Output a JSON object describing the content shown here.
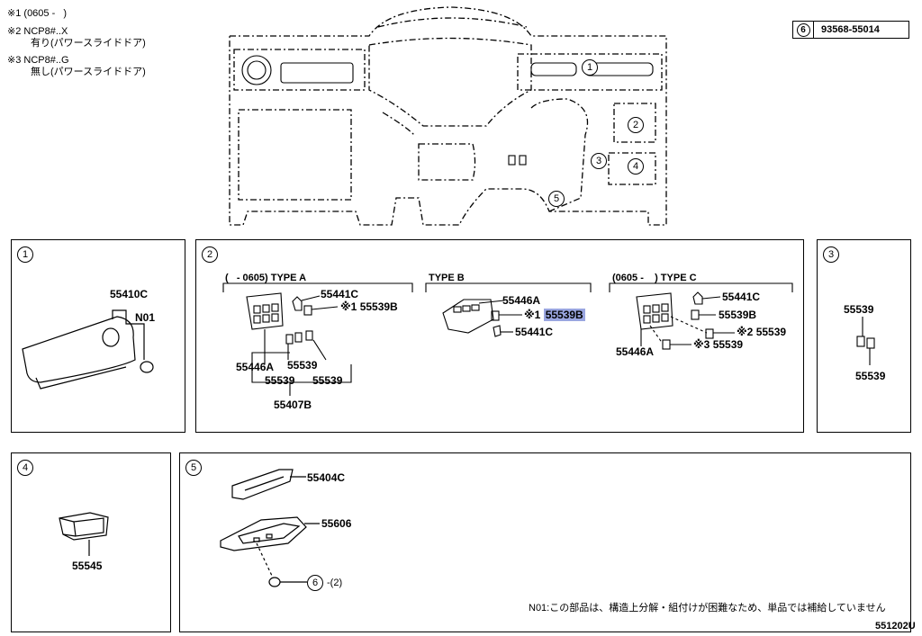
{
  "notes": [
    {
      "mark": "※1",
      "text": "(0605 -   )"
    },
    {
      "mark": "※2",
      "text": "NCP8#..X",
      "sub": "有り(パワースライドドア)"
    },
    {
      "mark": "※3",
      "text": "NCP8#..G",
      "sub": "無し(パワースライドドア)"
    }
  ],
  "ref": {
    "num": "6",
    "code": "93568-55014"
  },
  "callouts": {
    "c1": "1",
    "c2": "2",
    "c3": "3",
    "c4": "4",
    "c5": "5",
    "c6": "6"
  },
  "panel1": {
    "num": "1",
    "labels": {
      "p55410C": "55410C",
      "n01": "N01"
    }
  },
  "panel2": {
    "num": "2",
    "typeA": {
      "title": "(   - 0605) TYPE A",
      "p55441C": "55441C",
      "m1": "※1",
      "p55539B": "55539B",
      "p55446A": "55446A",
      "p55539a": "55539",
      "p55539b": "55539",
      "p55539c": "55539",
      "p55407B": "55407B"
    },
    "typeB": {
      "title": "TYPE B",
      "p55446A": "55446A",
      "m1": "※1",
      "p55539B": "55539B",
      "p55441C": "55441C"
    },
    "typeC": {
      "title": "(0605 -    ) TYPE C",
      "p55441C": "55441C",
      "p55539B": "55539B",
      "m2": "※2",
      "p55539a": "55539",
      "p55446A": "55446A",
      "m3": "※3",
      "p55539b": "55539"
    }
  },
  "panel3": {
    "num": "3",
    "p1": "55539",
    "p2": "55539"
  },
  "panel4": {
    "num": "4",
    "p1": "55545"
  },
  "panel5": {
    "num": "5",
    "p55404C": "55404C",
    "p55606": "55606",
    "ref6": "6",
    "qty": "-(2)"
  },
  "footer": {
    "note": "N01:この部品は、構造上分解・組付けが困難なため、単品では補給していません",
    "code": "551202U"
  }
}
